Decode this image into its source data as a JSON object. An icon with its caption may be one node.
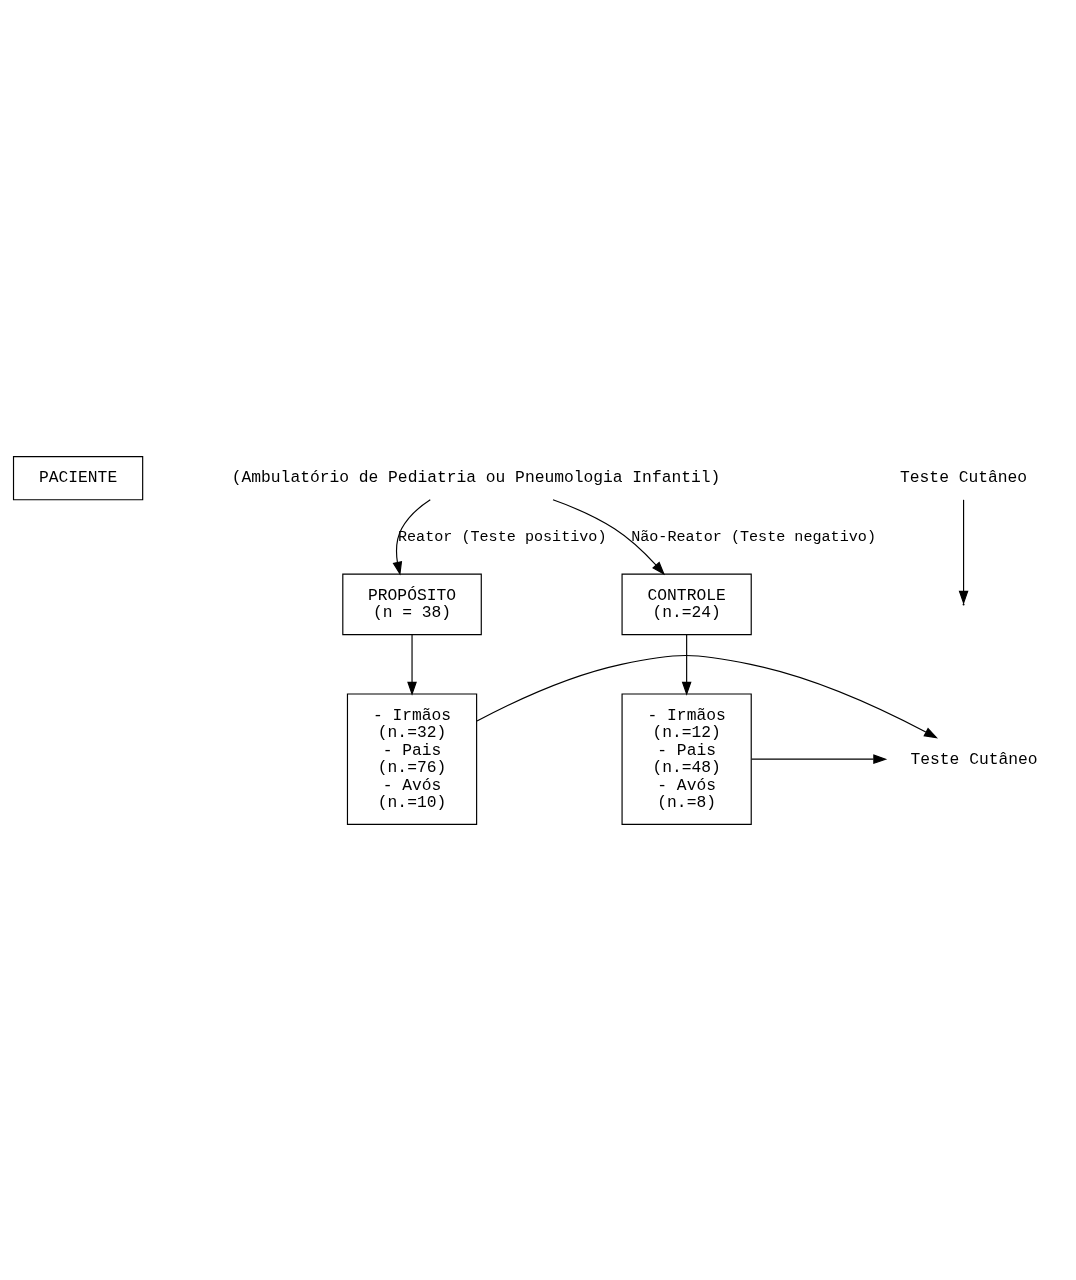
{
  "diagram": {
    "nodes": [
      {
        "text": [
          "PACIENTE"
        ]
      },
      {
        "text": [
          "(Ambulatório de Pediatria ou Pneumologia Infantil)"
        ]
      },
      {
        "text": [
          "Teste Cutâneo"
        ]
      },
      {
        "text": [
          "PROPÓSITO",
          "(n = 38)"
        ]
      },
      {
        "text": [
          "CONTROLE",
          "(n.=24)"
        ]
      },
      {
        "text": [
          "- Irmãos",
          "(n.=32)",
          "- Pais",
          "(n.=76)",
          "- Avós",
          "(n.=10)"
        ]
      },
      {
        "text": [
          "Teste Cutâneo"
        ]
      },
      {
        "text": [
          "- Irmãos",
          "(n.=12)",
          "- Pais",
          "(n.=48)",
          "- Avós",
          "(n.=8)"
        ]
      }
    ],
    "edges": [
      {
        "from": 2,
        "to": null,
        "arrow": "to"
      },
      {
        "from": 1,
        "to": 3,
        "arrow": "to",
        "label": "Reator (Teste positivo)"
      },
      {
        "from": 1,
        "to": 4,
        "arrow": "to",
        "label": "Não-Reator (Teste negativo)"
      },
      {
        "from": 3,
        "to": 5,
        "arrow": "to"
      },
      {
        "from": 4,
        "to": 7,
        "arrow": "to"
      },
      {
        "from": 5,
        "to": 6,
        "arrow": "to"
      },
      {
        "from": 7,
        "to": 6,
        "arrow": "to"
      }
    ]
  }
}
